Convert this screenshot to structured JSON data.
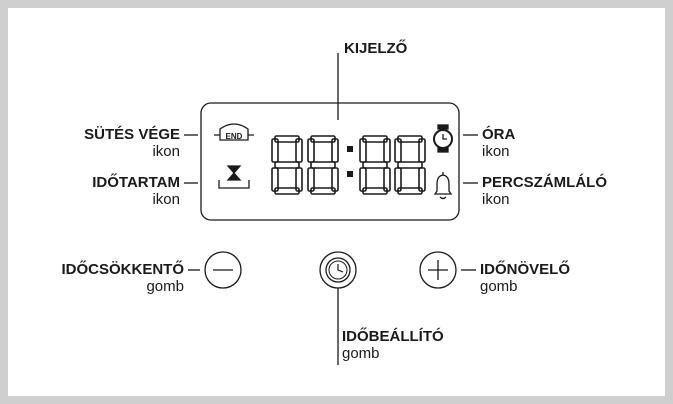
{
  "labels": {
    "display": {
      "title": "KIJELZŐ"
    },
    "end_of_cooking": {
      "title": "SÜTÉS VÉGE",
      "sub": "ikon"
    },
    "duration": {
      "title": "IDŐTARTAM",
      "sub": "ikon"
    },
    "clock": {
      "title": "ÓRA",
      "sub": "ikon"
    },
    "minute_minder": {
      "title": "PERCSZÁMLÁLÓ",
      "sub": "ikon"
    },
    "time_decrease": {
      "title": "IDŐCSÖKKENTŐ",
      "sub": "gomb"
    },
    "time_increase": {
      "title": "IDŐNÖVELŐ",
      "sub": "gomb"
    },
    "time_setting": {
      "title": "IDŐBEÁLLÍTÓ",
      "sub": "gomb"
    }
  },
  "display": {
    "digits": "88:88",
    "end_icon_text": "END"
  },
  "colors": {
    "border": "#cfcfcf",
    "ink": "#1a1a1a"
  },
  "icons": [
    "end-pot-icon",
    "hourglass-pot-icon",
    "clock-icon",
    "bell-icon",
    "minus-icon",
    "clock-button-icon",
    "plus-icon"
  ]
}
